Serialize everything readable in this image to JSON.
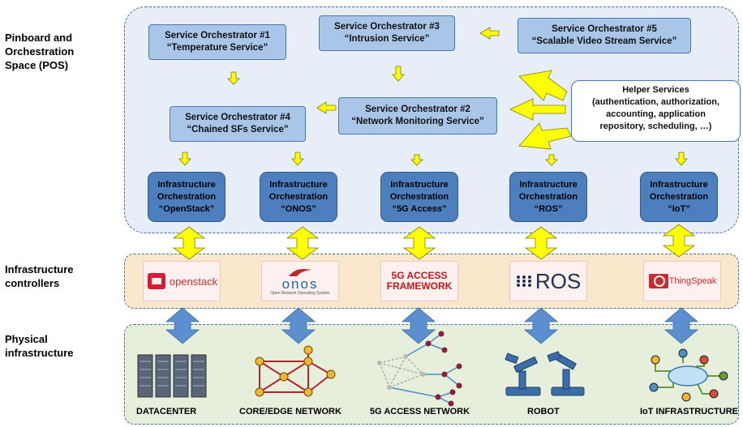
{
  "side_labels": {
    "pos": "Pinboard and\nOrchestration\nSpace (POS)",
    "controllers": "Infrastructure\ncontrollers",
    "physical": "Physical\ninfrastructure"
  },
  "service_orchestrators": [
    {
      "id": "so1",
      "line1": "Service Orchestrator #1",
      "line2": "“Temperature Service”"
    },
    {
      "id": "so3",
      "line1": "Service Orchestrator #3",
      "line2": "“Intrusion Service”"
    },
    {
      "id": "so5",
      "line1": "Service Orchestrator #5",
      "line2": "“Scalable Video Stream Service”"
    },
    {
      "id": "so4",
      "line1": "Service Orchestrator #4",
      "line2": "“Chained SFs Service”"
    },
    {
      "id": "so2",
      "line1": "Service Orchestrator #2",
      "line2": "“Network Monitoring Service”"
    }
  ],
  "helper_services": {
    "title": "Helper Services",
    "lines": [
      "(authentication, authorization,",
      "accounting, application",
      "repository, scheduling, …)"
    ]
  },
  "infrastructure_orchestration": [
    {
      "line1": "Infrastructure",
      "line2": "Orchestration",
      "line3": "“OpenStack”"
    },
    {
      "line1": "Infrastructure",
      "line2": "Orchestration",
      "line3": "“ONOS”"
    },
    {
      "line1": "Infrastructure",
      "line2": "Orchestration",
      "line3": "“5G Access”"
    },
    {
      "line1": "Infrastructure",
      "line2": "Orchestration",
      "line3": "“ROS”"
    },
    {
      "line1": "Infrastructure",
      "line2": "Orchestration",
      "line3": "“IoT”"
    }
  ],
  "controllers": [
    {
      "text": "openstack",
      "icon": "openstack-logo"
    },
    {
      "text": "onos",
      "sub": "Open Network Operating System",
      "icon": "onos-logo"
    },
    {
      "line1": "5G ACCESS",
      "line2": "FRAMEWORK",
      "icon": "5g-access-logo"
    },
    {
      "text": "ROS",
      "icon": "ros-logo"
    },
    {
      "text": "ThingSpeak",
      "icon": "thingspeak-logo"
    }
  ],
  "physical": [
    {
      "label": "DATACENTER",
      "icon": "server-racks-icon"
    },
    {
      "label": "CORE/EDGE NETWORK",
      "icon": "mesh-network-icon"
    },
    {
      "label": "5G ACCESS NETWORK",
      "icon": "access-network-icon"
    },
    {
      "label": "ROBOT",
      "icon": "robot-arm-icon"
    },
    {
      "label": "IoT INFRASTRUCTURE",
      "icon": "iot-cloud-icon"
    }
  ],
  "colors": {
    "pos_bg": "#e7eef8",
    "controllers_bg": "#fbe7cc",
    "physical_bg": "#e5efdc",
    "service_box": "#a9c5e8",
    "infra_box": "#4d7fbf",
    "yellow_arrow": "#ffff00",
    "blue_arrow": "#5b8fd0"
  }
}
